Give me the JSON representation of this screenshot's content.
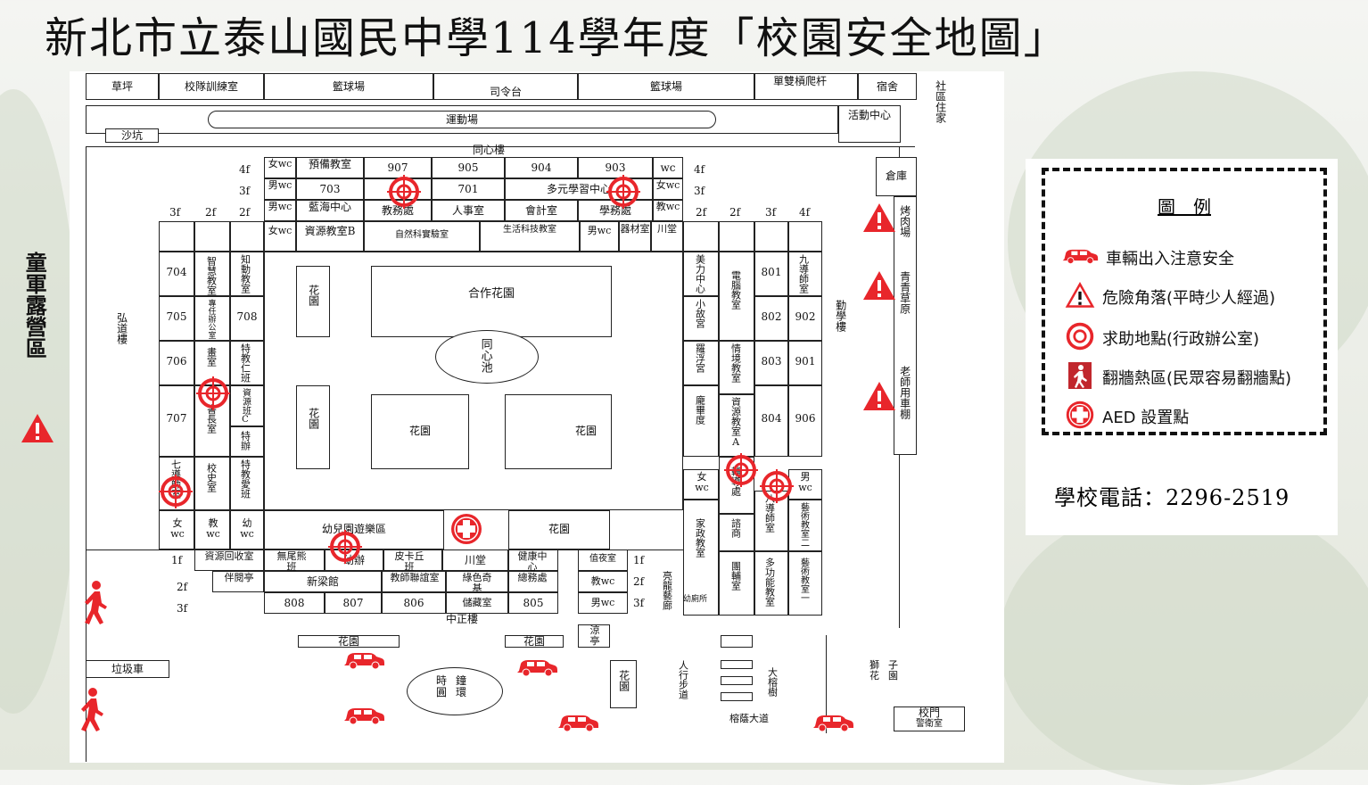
{
  "title": "新北市立泰山國民中學114學年度「校園安全地圖」",
  "legend": {
    "heading": "圖　例",
    "items": [
      {
        "icon": "car-icon",
        "label": "車輛出入注意安全"
      },
      {
        "icon": "warning-triangle-icon",
        "label": "危險角落(平時少人經過)"
      },
      {
        "icon": "help-point-icon",
        "label": "求助地點(行政辦公室)"
      },
      {
        "icon": "wall-climbing-icon",
        "label": "翻牆熱區(民眾容易翻牆點)"
      },
      {
        "icon": "aed-icon",
        "label": "AED 設置點"
      }
    ],
    "phone": "學校電話：2296-2519"
  },
  "side_label": "童軍露營區",
  "colors": {
    "marker_red": "#e8262b",
    "ink": "#111111"
  },
  "map": {
    "top_row": [
      "草坪",
      "校隊訓練室",
      "籃球場",
      "司令台",
      "籃球場",
      "單雙槓爬杆",
      "宿舍",
      "社區住家"
    ],
    "sports_field": "運動場",
    "sandpit": "沙坑",
    "activity_center": "活動中心",
    "tongxin_building": "同心樓",
    "floors_left": [
      "4f",
      "3f",
      "2f",
      "1f"
    ],
    "floor_row_4f": [
      "女wc",
      "預備教室",
      "907",
      "905",
      "904",
      "903",
      "wc"
    ],
    "floor_row_3f": [
      "男wc",
      "703",
      "701",
      "多元學習中心",
      "女wc"
    ],
    "floor_row_2f": [
      "男wc",
      "藍海中心",
      "教務處",
      "人事室",
      "會計室",
      "學務處",
      "教wc"
    ],
    "floor_row_1f": [
      "女wc",
      "資源教室B",
      "自然科實驗室",
      "生活科技教室",
      "男wc",
      "器材室",
      "川堂"
    ],
    "storage": "倉庫",
    "bbq": "烤肉場",
    "youth_lawn": "青青草原",
    "teacher_parking": "老師用車棚",
    "hongdao_building": "弘道樓",
    "qinxue_building": "勤學樓",
    "left_cols_floors": [
      "3f",
      "2f",
      "2f"
    ],
    "col_704_to_707": [
      "704",
      "705",
      "706",
      "707"
    ],
    "col_b": [
      "智慧教室",
      "專任辦公室",
      "畫室",
      "書長室"
    ],
    "col_c": [
      "知動教室",
      "708",
      "特教仁班",
      "資源班C",
      "特辦"
    ],
    "right_floors": [
      "2f",
      "2f",
      "3f",
      "4f"
    ],
    "right_col_a": [
      "美力中心",
      "小故宮",
      "羅浮宮",
      "龐畢度"
    ],
    "right_col_b": [
      "電腦教室",
      "情境教室",
      "資源教室A",
      "輔導處"
    ],
    "col_801_804": [
      "801",
      "802",
      "803",
      "804"
    ],
    "col_9xx": [
      "九導師室",
      "902",
      "901",
      "906"
    ],
    "garden": "花園",
    "coop_garden": "合作花園",
    "tongxin_pond": "同心池",
    "seventh_office": "七導師室",
    "history_room": "校史室",
    "special_ed": "特教愛班",
    "wc_women": "女wc",
    "wc_teacher": "教wc",
    "wc_kid": "幼wc",
    "kindergarten_play": "幼兒園遊樂區",
    "women_wc_r": "女wc",
    "men_wc_r": "男wc",
    "home_ec": "家政教室",
    "counseling": "諮商",
    "eighth_office": "八導師室",
    "art2": "藝術教室二",
    "resource_recycle": "資源回收室",
    "companion_pavilion": "伴閱亭",
    "tail_bear": "無尾熊班",
    "kid_office": "幼辦",
    "pika": "皮卡丘班",
    "hall": "川堂",
    "health_center": "健康中心",
    "duty_room": "值夜室",
    "xinliang": "新梁館",
    "teacher_union": "教師聯誼室",
    "green_base": "綠色奇基",
    "general_affairs": "總務處",
    "teacher_wc": "教wc",
    "men_wc_b": "男wc",
    "bottom_nums": [
      "808",
      "807",
      "806",
      "805"
    ],
    "storage_room": "儲藏室",
    "floor_labels_bottom": [
      "1f",
      "2f",
      "3f"
    ],
    "floor_labels_bottom_r": [
      "1f",
      "2f",
      "3f"
    ],
    "dragon_corridor": "亮龍藝廊",
    "toilet_hidden": "幼廁所",
    "tutoring": "團輔室",
    "multi": "多功能教室",
    "art1": "藝術教室一",
    "zhongzheng": "中正樓",
    "pavilion": "涼亭",
    "trash": "垃圾車",
    "clock": "時鐘圓環",
    "sidewalk": "人行步道",
    "banyan": "大榕樹",
    "lion": "獅子花園",
    "road": "榕蔭大道",
    "gate": "校門",
    "guard": "警衛室"
  }
}
